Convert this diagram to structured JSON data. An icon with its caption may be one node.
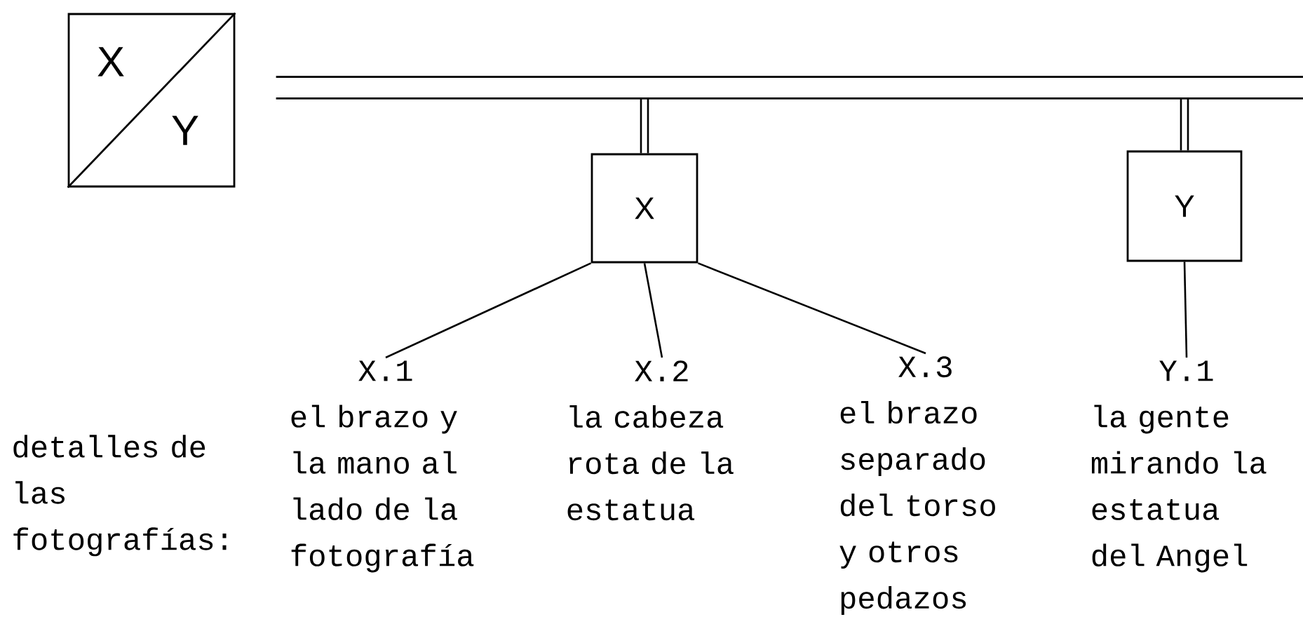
{
  "diagram": {
    "nodes": [
      {
        "text": [
          "X",
          "Y"
        ]
      },
      {
        "text": [],
        "shape": "bar"
      },
      {
        "text": [
          "X"
        ]
      },
      {
        "text": [
          "Y"
        ]
      },
      {
        "text": [
          "X.1",
          "el brazo y la mano al lado de la fotografía"
        ]
      },
      {
        "text": [
          "X.2",
          "la cabeza rota de la estatua"
        ]
      },
      {
        "text": [
          "X.3",
          "el brazo separado del torso y otros pedazos"
        ]
      },
      {
        "text": [
          "Y.1",
          "la gente mirando la estatua del Angel"
        ]
      }
    ],
    "edges": [
      {
        "from": 1,
        "to": 2,
        "arrow": "none"
      },
      {
        "from": 1,
        "to": 3,
        "arrow": "none"
      },
      {
        "from": 2,
        "to": 4,
        "arrow": "none"
      },
      {
        "from": 2,
        "to": 5,
        "arrow": "none"
      },
      {
        "from": 2,
        "to": 6,
        "arrow": "none"
      },
      {
        "from": 3,
        "to": 7,
        "arrow": "none"
      }
    ],
    "labels": [
      "detalles de las fotografías:"
    ]
  }
}
